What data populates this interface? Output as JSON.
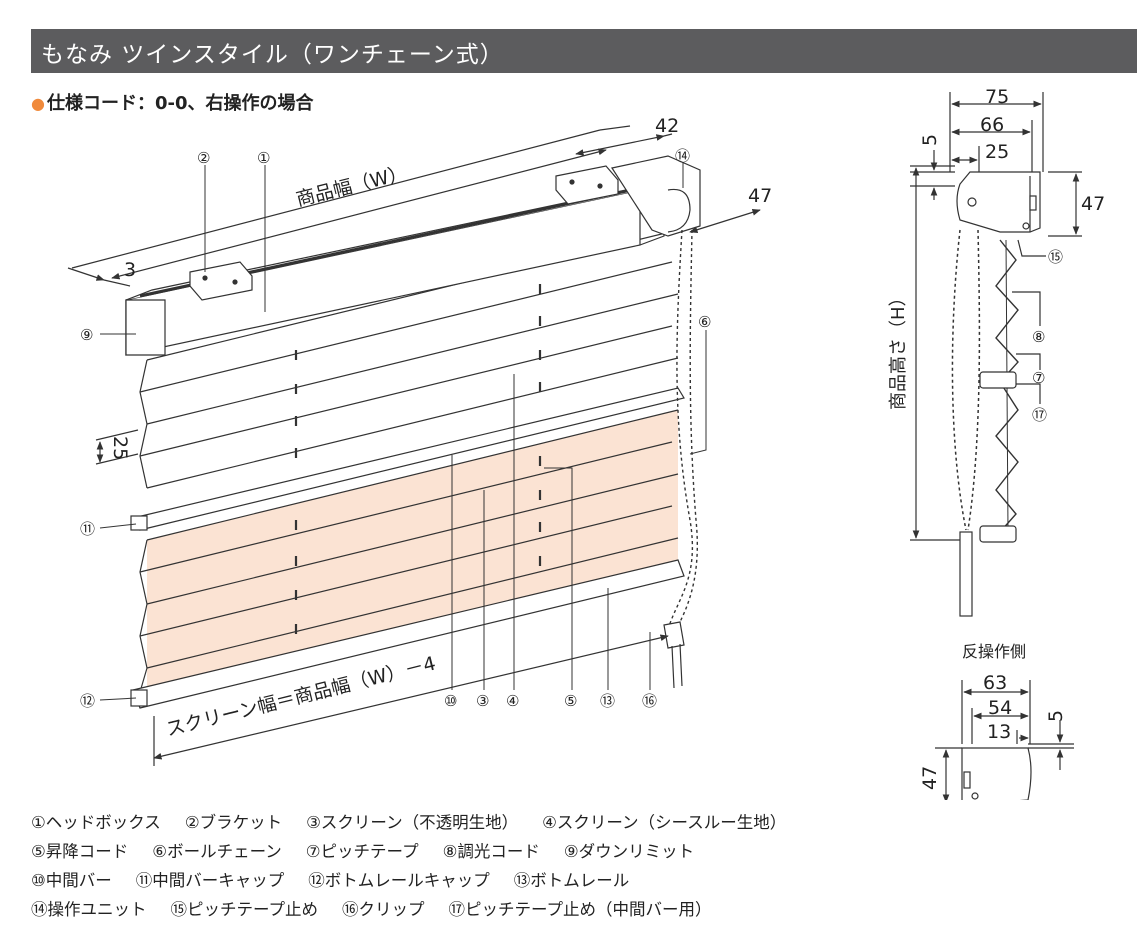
{
  "header": {
    "title": "もなみ ツインスタイル（ワンチェーン式）"
  },
  "spec": {
    "bullet": "●",
    "label": "仕様コード：0-0、右操作の場合"
  },
  "main_view": {
    "dim_42": "42",
    "dim_47": "47",
    "dim_3": "3",
    "dim_25": "25",
    "product_width": "商品幅（W）",
    "screen_width": "スクリーン幅＝商品幅（W）－4",
    "callouts": {
      "c1": "①",
      "c2": "②",
      "c3": "③",
      "c4": "④",
      "c5": "⑤",
      "c6": "⑥",
      "c9": "⑨",
      "c10": "⑩",
      "c11": "⑪",
      "c12": "⑫",
      "c13": "⑬",
      "c14": "⑭",
      "c16": "⑯"
    }
  },
  "side_view": {
    "dim_75": "75",
    "dim_66": "66",
    "dim_25": "25",
    "dim_5": "5",
    "dim_47": "47",
    "product_height": "商品高さ（H）",
    "callouts": {
      "c15": "⑮",
      "c8": "⑧",
      "c7": "⑦",
      "c17": "⑰"
    }
  },
  "opposite_view": {
    "title": "反操作側",
    "dim_63": "63",
    "dim_54": "54",
    "dim_13": "13",
    "dim_5": "5",
    "dim_47": "47"
  },
  "legend": [
    [
      "①ヘッドボックス",
      "②ブラケット",
      "③スクリーン（不透明生地）",
      "④スクリーン（シースルー生地）"
    ],
    [
      "⑤昇降コード",
      "⑥ボールチェーン",
      "⑦ピッチテープ",
      "⑧調光コード",
      "⑨ダウンリミット"
    ],
    [
      "⑩中間バー",
      "⑪中間バーキャップ",
      "⑫ボトムレールキャップ",
      "⑬ボトムレール"
    ],
    [
      "⑭操作ユニット",
      "⑮ピッチテープ止め",
      "⑯クリップ",
      "⑰ピッチテープ止め（中間バー用）"
    ]
  ],
  "colors": {
    "header_bg": "#5c5c5e",
    "accent_dot": "#f08a3c",
    "opaque_fabric": "#fbe3d3",
    "line": "#333333"
  }
}
